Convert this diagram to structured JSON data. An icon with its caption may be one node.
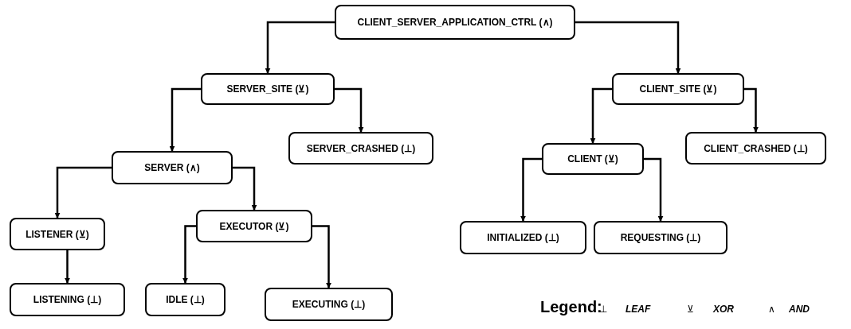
{
  "diagram": {
    "nodes": [
      {
        "text": [
          "CLIENT_SERVER_APPLICATION_CTRL (∧)"
        ]
      },
      {
        "text": [
          "SERVER_SITE (⊻)"
        ]
      },
      {
        "text": [
          "CLIENT_SITE (⊻)"
        ]
      },
      {
        "text": [
          "SERVER (∧)"
        ]
      },
      {
        "text": [
          "SERVER_CRASHED (⊥)"
        ]
      },
      {
        "text": [
          "CLIENT (⊻)"
        ]
      },
      {
        "text": [
          "CLIENT_CRASHED (⊥)"
        ]
      },
      {
        "text": [
          "LISTENER (⊻)"
        ]
      },
      {
        "text": [
          "EXECUTOR (⊻)"
        ]
      },
      {
        "text": [
          "INITIALIZED (⊥)"
        ]
      },
      {
        "text": [
          "REQUESTING (⊥)"
        ]
      },
      {
        "text": [
          "LISTENING (⊥)"
        ]
      },
      {
        "text": [
          "IDLE (⊥)"
        ]
      },
      {
        "text": [
          "EXECUTING (⊥)"
        ]
      }
    ],
    "edges": [
      {
        "from": 0,
        "to": 1,
        "arrow": "to"
      },
      {
        "from": 0,
        "to": 2,
        "arrow": "to"
      },
      {
        "from": 1,
        "to": 3,
        "arrow": "to"
      },
      {
        "from": 1,
        "to": 4,
        "arrow": "to"
      },
      {
        "from": 2,
        "to": 5,
        "arrow": "to"
      },
      {
        "from": 2,
        "to": 6,
        "arrow": "to"
      },
      {
        "from": 3,
        "to": 7,
        "arrow": "to"
      },
      {
        "from": 3,
        "to": 8,
        "arrow": "to"
      },
      {
        "from": 5,
        "to": 9,
        "arrow": "to"
      },
      {
        "from": 5,
        "to": 10,
        "arrow": "to"
      },
      {
        "from": 7,
        "to": 11,
        "arrow": "to"
      },
      {
        "from": 8,
        "to": 12,
        "arrow": "to"
      },
      {
        "from": 8,
        "to": 13,
        "arrow": "to"
      }
    ],
    "labels": [
      "Legend:",
      "⊥",
      "LEAF",
      "⊻",
      "XOR",
      "∧",
      "AND"
    ]
  }
}
